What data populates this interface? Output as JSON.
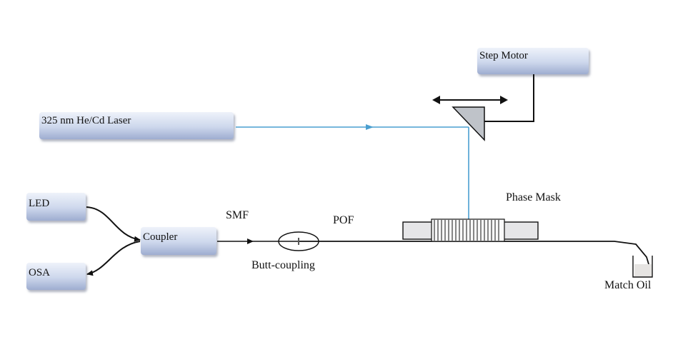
{
  "components": {
    "step_motor": "Step Motor",
    "laser": "325 nm He/Cd Laser",
    "led": "LED",
    "osa": "OSA",
    "coupler": "Coupler"
  },
  "labels": {
    "smf": "SMF",
    "pof": "POF",
    "butt_coupling": "Butt-coupling",
    "phase_mask": "Phase Mask",
    "match_oil": "Match Oil"
  },
  "colors": {
    "laser_beam": "#4a9fd0",
    "fiber": "#111111",
    "box_fill_top": "#e9eef8",
    "box_fill_bottom": "#aab8d6"
  }
}
